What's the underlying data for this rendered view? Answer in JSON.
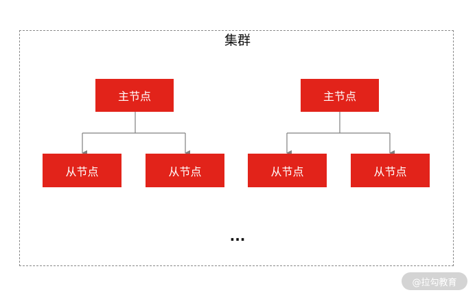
{
  "cluster": {
    "label": "集群"
  },
  "groups": [
    {
      "master": {
        "label": "主节点"
      },
      "slaves": [
        {
          "label": "从节点"
        },
        {
          "label": "从节点"
        }
      ]
    },
    {
      "master": {
        "label": "主节点"
      },
      "slaves": [
        {
          "label": "从节点"
        },
        {
          "label": "从节点"
        }
      ]
    }
  ],
  "more_indicator": "...",
  "watermark": "@拉勾教育",
  "colors": {
    "node_fill": "#e2231a",
    "node_text": "#ffffff",
    "connector": "#7f7f7f",
    "frame_border": "#888888"
  }
}
